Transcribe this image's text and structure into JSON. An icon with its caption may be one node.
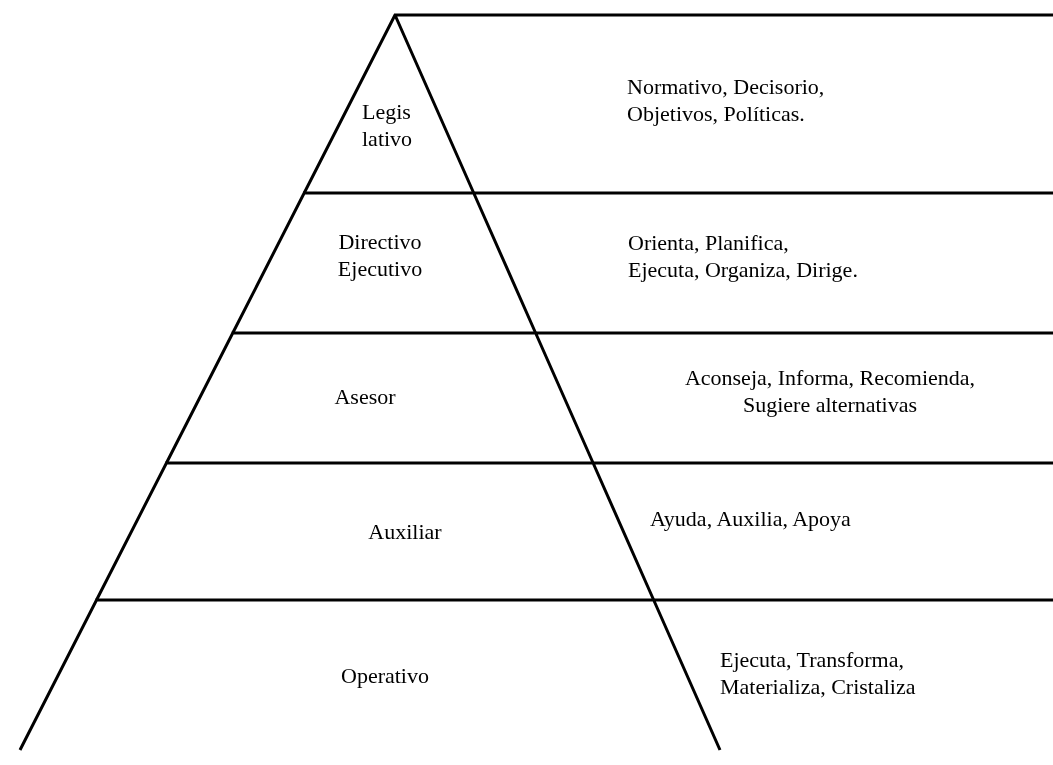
{
  "diagram": {
    "nodes": [
      {
        "text": [
          "Legis lativo",
          "Normativo, Decisorio, Objetivos, Políticas."
        ]
      },
      {
        "text": [
          "Directivo Ejecutivo",
          "Orienta, Planifica, Ejecuta, Organiza, Dirige."
        ]
      },
      {
        "text": [
          "Asesor",
          "Aconseja, Informa, Recomienda, Sugiere alternativas"
        ]
      },
      {
        "text": [
          "Auxiliar",
          "Ayuda, Auxilia, Apoya"
        ]
      },
      {
        "text": [
          "Operativo",
          "Ejecuta, Transforma, Materializa, Cristaliza"
        ]
      }
    ]
  }
}
